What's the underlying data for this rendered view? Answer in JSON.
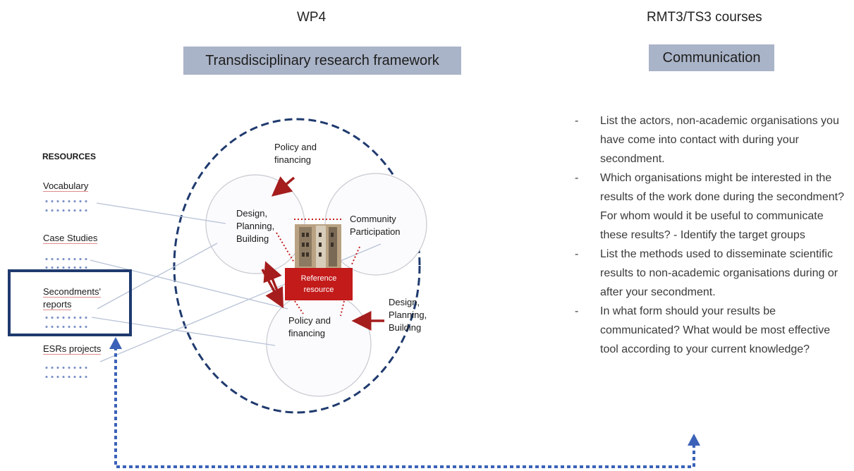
{
  "header": {
    "left_title": "WP4",
    "right_title": "RMT3/TS3 courses",
    "left_box": "Transdisciplinary research framework",
    "right_box": "Communication"
  },
  "resources": {
    "title": "RESOURCES",
    "items": [
      "Vocabulary",
      "Case Studies",
      "Secondments'\nreports",
      "ESRs projects"
    ]
  },
  "diagram": {
    "top_label": "Policy and\nfinancing",
    "circle1": "Design,\nPlanning,\nBuilding",
    "circle2": "Community\nParticipation",
    "circle3": "Policy and\nfinancing",
    "right_label": "Design,\nPlanning,\nBuilding",
    "center_label": "Reference\nresource"
  },
  "questions": [
    "List the actors, non-academic organisations you have come into contact with during your secondment.",
    "Which organisations might be interested in the results of the work done during the secondment? For whom would it be useful to communicate these results? - Identify the target groups",
    "List the methods used to disseminate scientific results to non-academic organisations during or after your secondment.",
    "In what form should your results be communicated? What would be most effective tool according to your current knowledge?"
  ],
  "colors": {
    "box_fill": "#aab4c8",
    "navy": "#1f3a6e",
    "arrow_red": "#a51d1d",
    "dots_blue": "#3b62b8"
  }
}
